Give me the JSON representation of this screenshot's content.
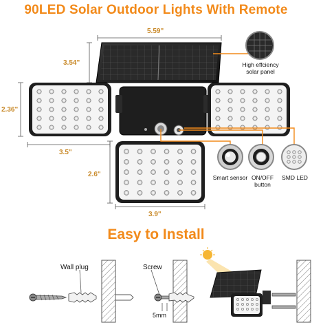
{
  "title": "90LED Solar Outdoor Lights With Remote",
  "dimensions": {
    "panel_width": "5.59\"",
    "panel_height": "3.54\"",
    "side_height": "2.36\"",
    "side_width": "3.5\"",
    "bottom_height": "2.6\"",
    "bottom_width": "3.9\""
  },
  "callouts": {
    "solar_panel": "High effciency\nsolar panel",
    "smart_sensor": "Smart sensor",
    "onoff_button": "ON/OFF\nbutton",
    "smd_led": "SMD LED"
  },
  "install": {
    "heading": "Easy to Install",
    "wall_plug": "Wall plug",
    "screw": "Screw",
    "depth": "5mm"
  },
  "colors": {
    "accent": "#f28a1a",
    "dimension": "#c98a2a",
    "housing": "#1e1e1e",
    "led_panel": "#f4f4f4"
  }
}
